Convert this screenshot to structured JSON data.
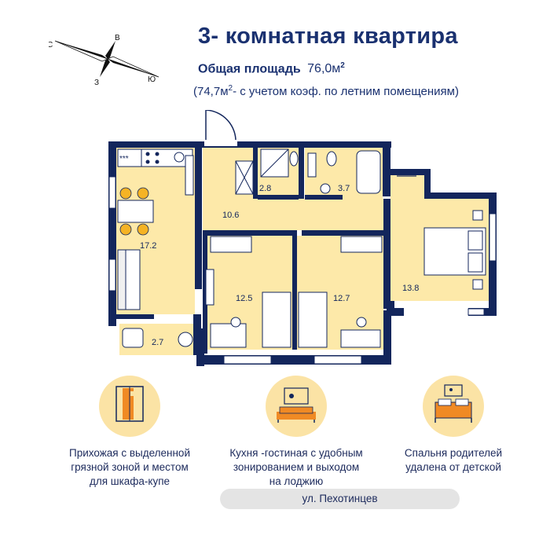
{
  "header": {
    "title": "3- комнатная  квартира",
    "area_label": "Общая площадь",
    "area_value": "76,0м",
    "area_sup": "2",
    "area_note_a": "(74,7м",
    "area_note_sup": "2",
    "area_note_b": "- с учетом коэф. по летним помещениям)"
  },
  "compass": {
    "north": "С",
    "east": "В",
    "south": "Ю",
    "west": "З"
  },
  "rooms": [
    {
      "label": "17.2"
    },
    {
      "label": "10.6"
    },
    {
      "label": "2.8"
    },
    {
      "label": "3.7"
    },
    {
      "label": "13.8"
    },
    {
      "label": "12.5"
    },
    {
      "label": "12.7"
    },
    {
      "label": "2.7"
    }
  ],
  "features": [
    {
      "lines": [
        "Прихожая с выделенной",
        "грязной зоной  и местом",
        "для шкафа-купе"
      ],
      "icon": "wardrobe-icon"
    },
    {
      "lines": [
        "Кухня -гостиная с удобным",
        "зонированием и выходом",
        "на лоджию"
      ],
      "icon": "sofa-icon"
    },
    {
      "lines": [
        "Спальня родителей",
        "удалена от детской"
      ],
      "icon": "bed-icon"
    }
  ],
  "street": "ул. Пехотинцев",
  "colors": {
    "accent": "#1a3170",
    "floor": "#fde9a9",
    "wall": "#13265c",
    "icon_bg": "#fbe3a5",
    "orange": "#f08a24"
  }
}
